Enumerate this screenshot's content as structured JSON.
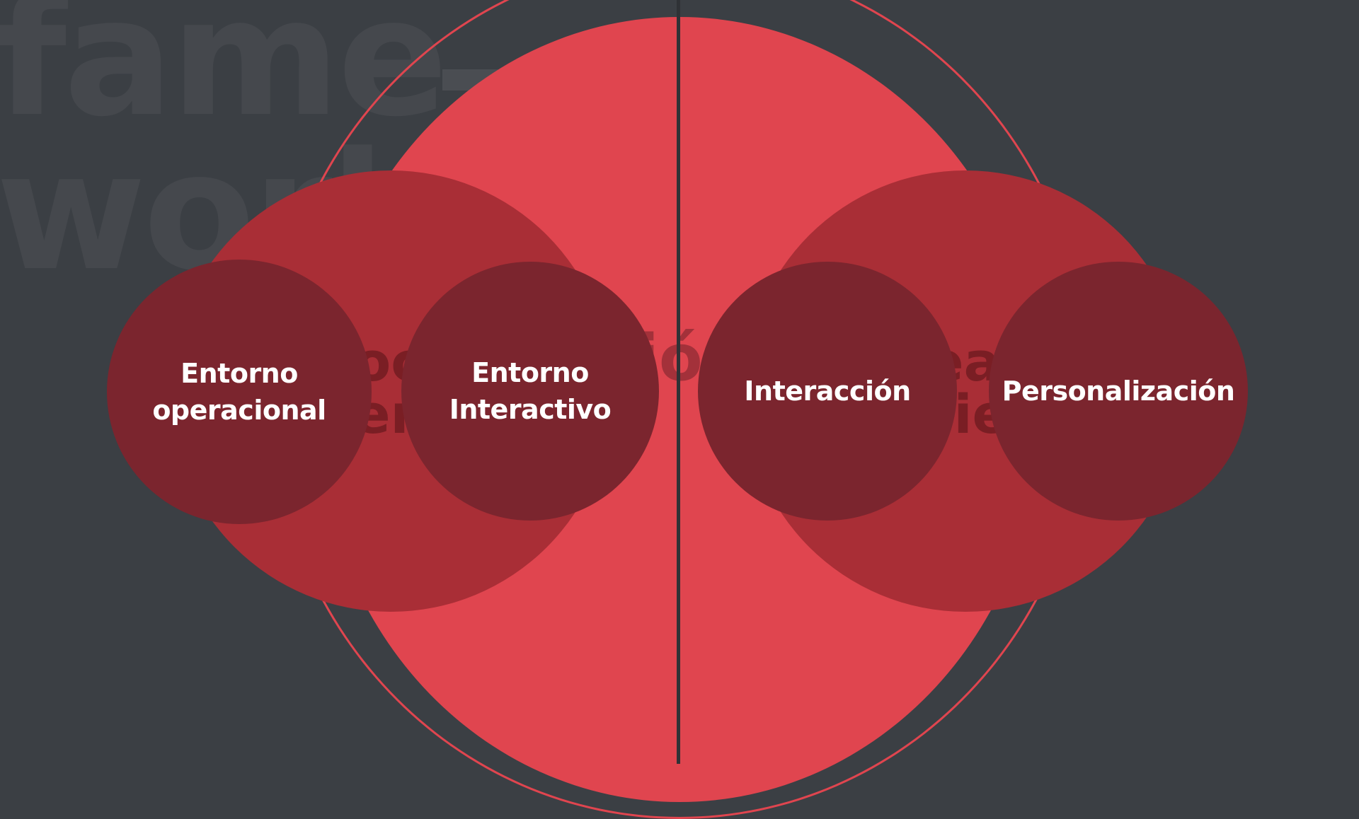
{
  "background": {
    "word1": "fame",
    "word2": "work"
  },
  "partial_text": {
    "left": "oc\neri",
    "center": "ió",
    "right": "ea\nrie"
  },
  "circles": [
    {
      "label": "Entorno\noperacional"
    },
    {
      "label": "Entorno\nInteractivo"
    },
    {
      "label": "Interacción"
    },
    {
      "label": "Personalización"
    }
  ],
  "colors": {
    "background": "#3b3f44",
    "accent_red": "#e0454f",
    "mid_red": "#a92e36",
    "dark_red": "#7b252e",
    "label_text": "#ffffff"
  }
}
